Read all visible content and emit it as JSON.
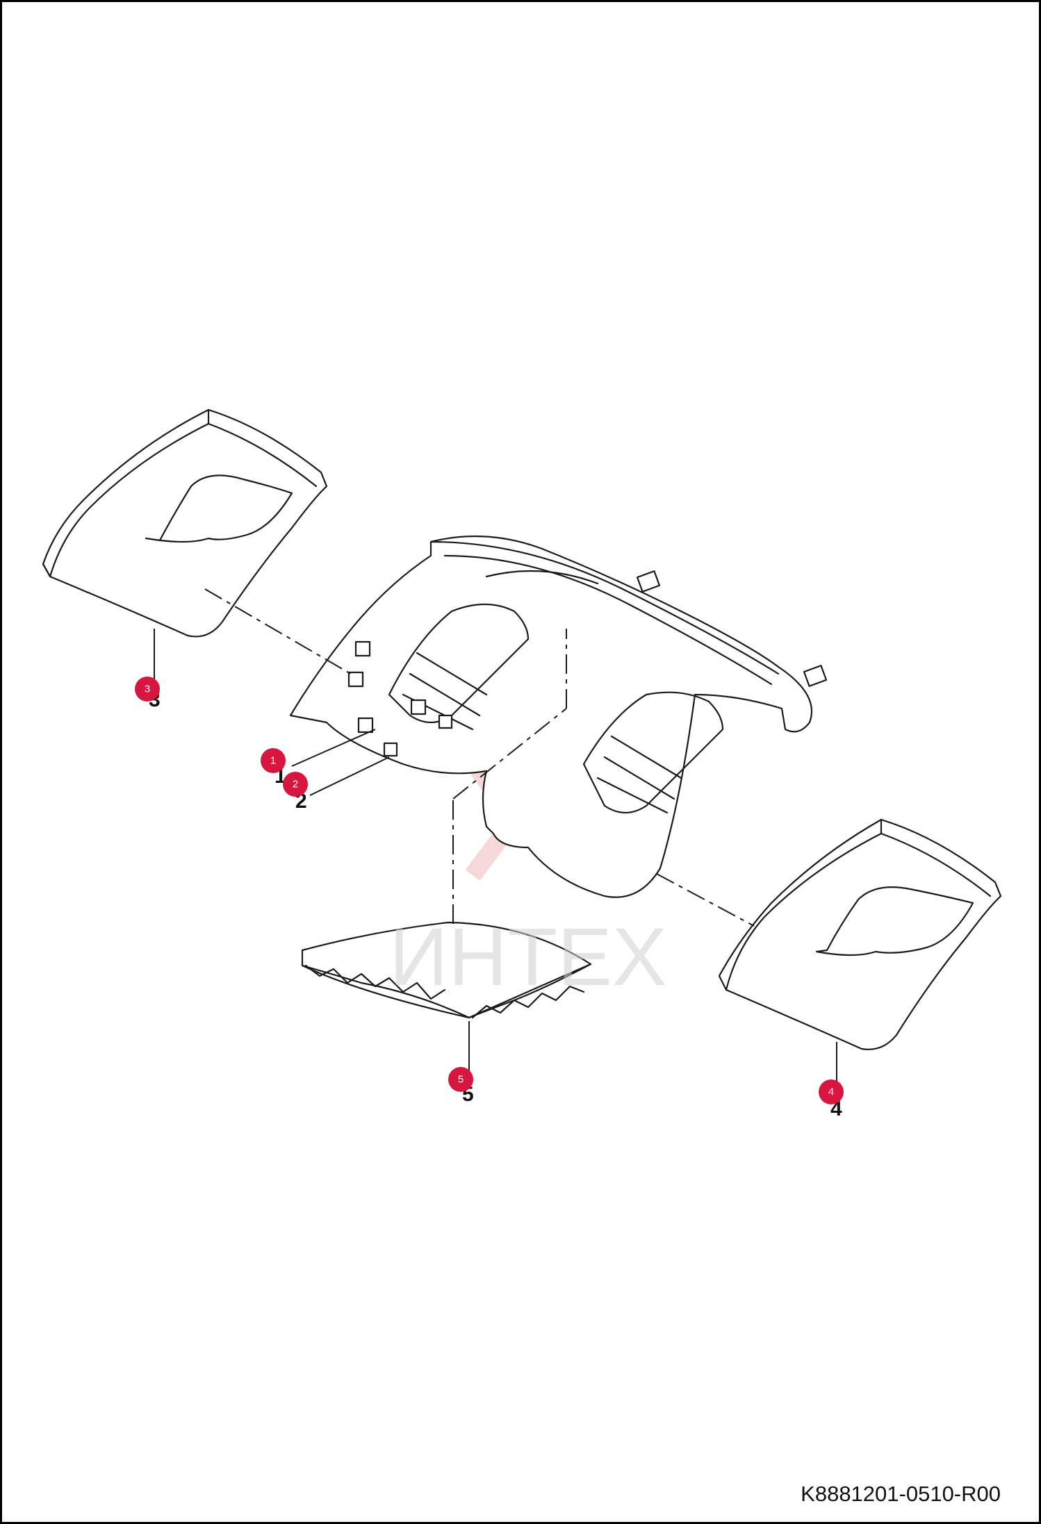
{
  "watermark": {
    "text": "ИНТЕХ"
  },
  "diagram_code": "K8881201-0510-R00",
  "callouts": [
    {
      "id": "1",
      "label": "1"
    },
    {
      "id": "2",
      "label": "2"
    },
    {
      "id": "3",
      "label": "3"
    },
    {
      "id": "4",
      "label": "4"
    },
    {
      "id": "5",
      "label": "5"
    }
  ],
  "colors": {
    "badge": "#d6163f",
    "watermark_logo": "#f0b8b8",
    "line": "#1a1a1a"
  }
}
